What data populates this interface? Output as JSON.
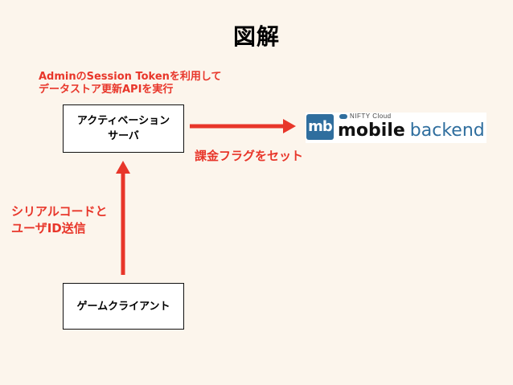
{
  "title": "図解",
  "colors": {
    "background": "#fcf5ec",
    "accent": "#e8362a",
    "logo_blue": "#2f6e9e"
  },
  "note": {
    "line1": "AdminのSession Tokenを利用して",
    "line2": "データストア更新APIを実行"
  },
  "boxes": {
    "server_line1": "アクティベーション",
    "server_line2": "サーバ",
    "client": "ゲームクライアント"
  },
  "labels": {
    "set_flag": "課金フラグをセット",
    "send_line1": "シリアルコードと",
    "send_line2": "ユーザID送信"
  },
  "logo": {
    "mark": "mb",
    "brand_top": "NIFTY Cloud",
    "word1": "mobile",
    "word2": "backend"
  }
}
